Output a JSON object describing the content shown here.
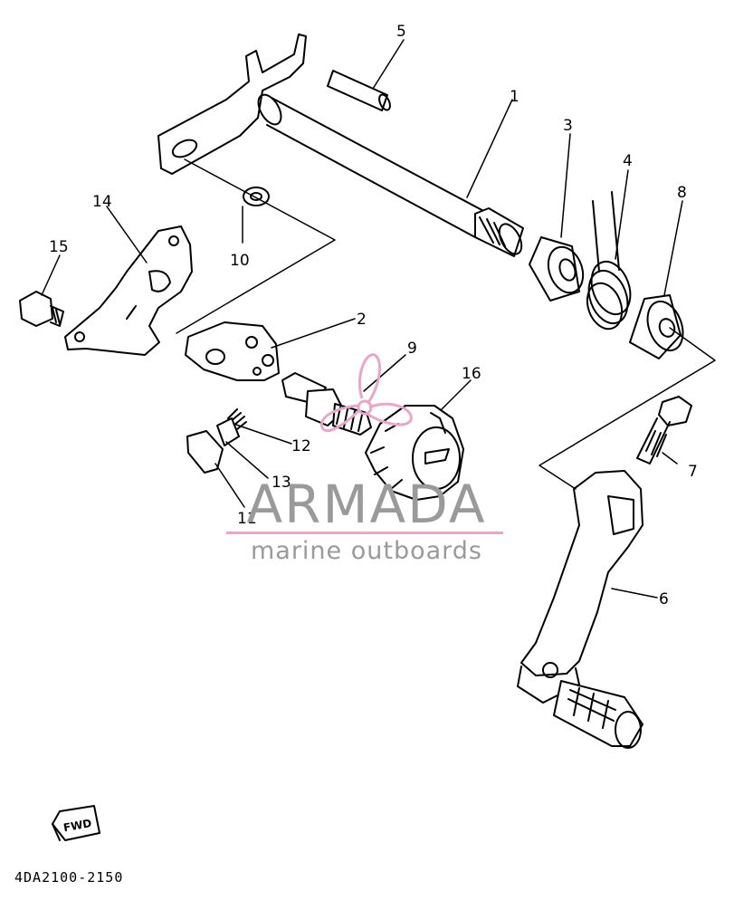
{
  "diagram": {
    "part_numbers": [
      "1",
      "2",
      "3",
      "4",
      "5",
      "6",
      "7",
      "8",
      "9",
      "10",
      "11",
      "12",
      "13",
      "14",
      "15",
      "16"
    ],
    "fwd_marker": "FWD",
    "drawing_code": "4DA2100-2150"
  },
  "watermark": {
    "brand": "ARMADA",
    "tagline": "marine outboards",
    "accent_color": "#e8a6c8",
    "text_color": "#9a9a9a"
  }
}
